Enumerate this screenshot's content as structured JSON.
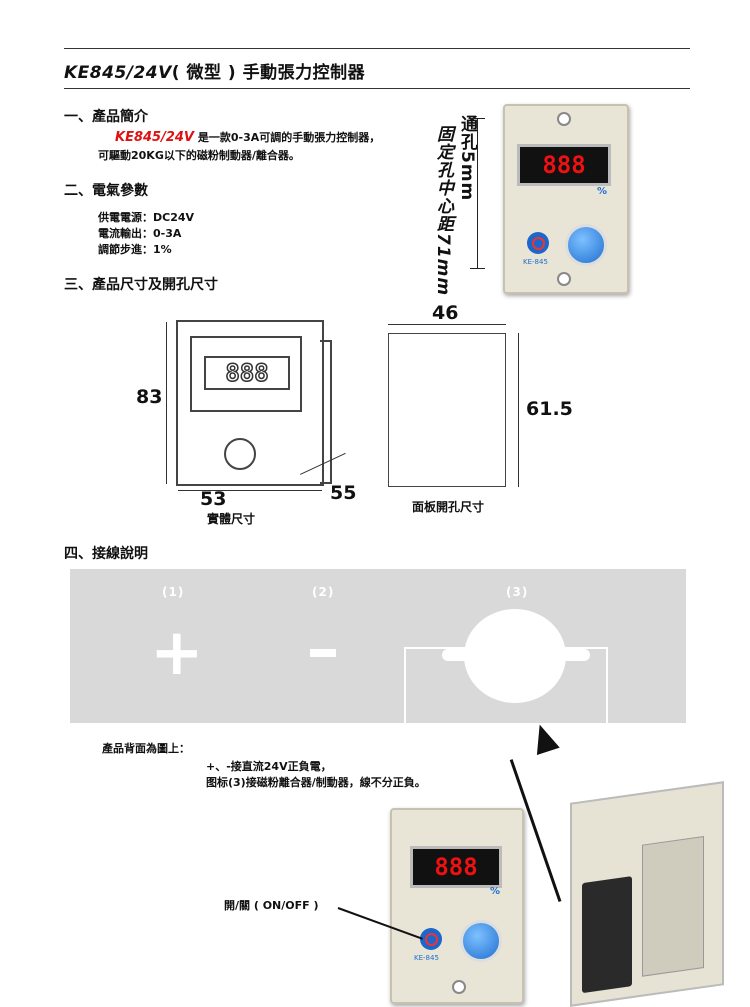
{
  "title": {
    "model": "KE845/24V",
    "suffix": "( 微型 ) 手動張力控制器"
  },
  "section1": {
    "heading": "一、產品簡介",
    "model": "KE845/24V",
    "line1": "是一款0-3A可調的手動張力控制器，",
    "line2": "可驅動20KG以下的磁粉制動器/離合器。"
  },
  "section2": {
    "heading": "二、電氣參數",
    "supply": "供電電源：DC24V",
    "output": "電流輸出：0-3A",
    "step": "調節步進：1%"
  },
  "section3": {
    "heading": "三、產品尺寸及開孔尺寸",
    "dim_height": "83",
    "dim_width": "53",
    "dim_depth": "55",
    "body_caption": "實體尺寸",
    "cut_width": "46",
    "cut_height": "61.5",
    "cut_caption": "面板開孔尺寸"
  },
  "mount_text": {
    "line1": "通孔5mm",
    "line2": "固定孔中心距71mm"
  },
  "device": {
    "display": "888",
    "percent": "%",
    "model_label": "KE-845"
  },
  "section4": {
    "heading": "四、接線說明",
    "terminals": [
      "(1)",
      "(2)",
      "(3)"
    ],
    "plus": "+",
    "minus": "-",
    "note_title": "產品背面為圖上：",
    "note_line1": "+、-接直流24V正負電，",
    "note_line2": "图标(3)接磁粉離合器/制動器，線不分正負。",
    "switch_label": "開/關 ( ON/OFF )"
  },
  "colors": {
    "accent_red": "#dd1111",
    "knob_blue": "#1e6fd1",
    "panel_gray": "#d9d9d9"
  }
}
